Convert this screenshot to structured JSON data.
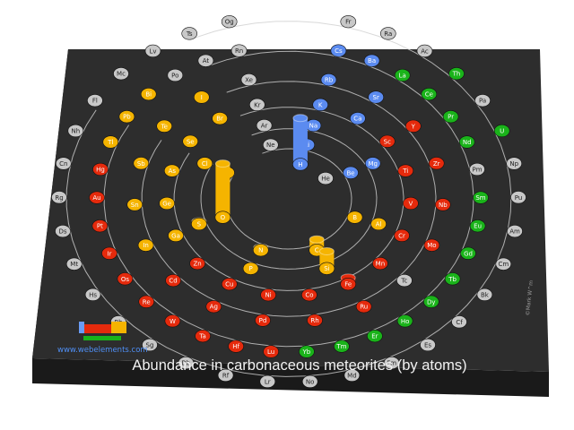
{
  "title": "Abundance in carbonaceous meteorites (by atoms)",
  "website": "www.webelements.com",
  "copyright": "©Mark W^m",
  "colors": {
    "platform_top": "#2d2d2d",
    "platform_side": "#191919",
    "ring": "#cfcfcf",
    "block_s": "#5b8bf0",
    "block_p": "#f5b400",
    "block_d": "#e52a0c",
    "block_f": "#1ab31a",
    "no_data": "#c8c8c8"
  },
  "elements": [
    {
      "symbol": "H",
      "block": "s",
      "colored": true,
      "value": 0.86
    },
    {
      "symbol": "He",
      "block": "s",
      "colored": false,
      "value": 0
    },
    {
      "symbol": "Li",
      "block": "s",
      "colored": true,
      "value": 0
    },
    {
      "symbol": "Be",
      "block": "s",
      "colored": true,
      "value": 0
    },
    {
      "symbol": "B",
      "block": "p",
      "colored": true,
      "value": 0
    },
    {
      "symbol": "C",
      "block": "p",
      "colored": true,
      "value": 0.2
    },
    {
      "symbol": "N",
      "block": "p",
      "colored": true,
      "value": 0.05
    },
    {
      "symbol": "O",
      "block": "p",
      "colored": true,
      "value": 1.0
    },
    {
      "symbol": "F",
      "block": "p",
      "colored": true,
      "value": 0
    },
    {
      "symbol": "Ne",
      "block": "p",
      "colored": false,
      "value": 0
    },
    {
      "symbol": "Na",
      "block": "s",
      "colored": true,
      "value": 0
    },
    {
      "symbol": "Mg",
      "block": "s",
      "colored": true,
      "value": 0.03
    },
    {
      "symbol": "Al",
      "block": "p",
      "colored": true,
      "value": 0
    },
    {
      "symbol": "Si",
      "block": "p",
      "colored": true,
      "value": 0.32
    },
    {
      "symbol": "P",
      "block": "p",
      "colored": true,
      "value": 0
    },
    {
      "symbol": "S",
      "block": "p",
      "colored": true,
      "value": 0.05
    },
    {
      "symbol": "Cl",
      "block": "p",
      "colored": true,
      "value": 0
    },
    {
      "symbol": "Ar",
      "block": "p",
      "colored": false,
      "value": 0
    },
    {
      "symbol": "K",
      "block": "s",
      "colored": true,
      "value": 0
    },
    {
      "symbol": "Ca",
      "block": "s",
      "colored": true,
      "value": 0
    },
    {
      "symbol": "Sc",
      "block": "d",
      "colored": true,
      "value": 0
    },
    {
      "symbol": "Ti",
      "block": "d",
      "colored": true,
      "value": 0
    },
    {
      "symbol": "V",
      "block": "d",
      "colored": true,
      "value": 0
    },
    {
      "symbol": "Cr",
      "block": "d",
      "colored": true,
      "value": 0
    },
    {
      "symbol": "Mn",
      "block": "d",
      "colored": true,
      "value": 0
    },
    {
      "symbol": "Fe",
      "block": "d",
      "colored": true,
      "value": 0.12
    },
    {
      "symbol": "Co",
      "block": "d",
      "colored": true,
      "value": 0
    },
    {
      "symbol": "Ni",
      "block": "d",
      "colored": true,
      "value": 0
    },
    {
      "symbol": "Cu",
      "block": "d",
      "colored": true,
      "value": 0
    },
    {
      "symbol": "Zn",
      "block": "d",
      "colored": true,
      "value": 0
    },
    {
      "symbol": "Ga",
      "block": "p",
      "colored": true,
      "value": 0
    },
    {
      "symbol": "Ge",
      "block": "p",
      "colored": true,
      "value": 0
    },
    {
      "symbol": "As",
      "block": "p",
      "colored": true,
      "value": 0
    },
    {
      "symbol": "Se",
      "block": "p",
      "colored": true,
      "value": 0
    },
    {
      "symbol": "Br",
      "block": "p",
      "colored": true,
      "value": 0
    },
    {
      "symbol": "Kr",
      "block": "p",
      "colored": false,
      "value": 0
    },
    {
      "symbol": "Rb",
      "block": "s",
      "colored": true,
      "value": 0
    },
    {
      "symbol": "Sr",
      "block": "s",
      "colored": true,
      "value": 0
    },
    {
      "symbol": "Y",
      "block": "d",
      "colored": true,
      "value": 0
    },
    {
      "symbol": "Zr",
      "block": "d",
      "colored": true,
      "value": 0
    },
    {
      "symbol": "Nb",
      "block": "d",
      "colored": true,
      "value": 0
    },
    {
      "symbol": "Mo",
      "block": "d",
      "colored": true,
      "value": 0
    },
    {
      "symbol": "Tc",
      "block": "d",
      "colored": false,
      "value": 0
    },
    {
      "symbol": "Ru",
      "block": "d",
      "colored": true,
      "value": 0
    },
    {
      "symbol": "Rh",
      "block": "d",
      "colored": true,
      "value": 0
    },
    {
      "symbol": "Pd",
      "block": "d",
      "colored": true,
      "value": 0
    },
    {
      "symbol": "Ag",
      "block": "d",
      "colored": true,
      "value": 0
    },
    {
      "symbol": "Cd",
      "block": "d",
      "colored": true,
      "value": 0
    },
    {
      "symbol": "In",
      "block": "p",
      "colored": true,
      "value": 0
    },
    {
      "symbol": "Sn",
      "block": "p",
      "colored": true,
      "value": 0
    },
    {
      "symbol": "Sb",
      "block": "p",
      "colored": true,
      "value": 0
    },
    {
      "symbol": "Te",
      "block": "p",
      "colored": true,
      "value": 0
    },
    {
      "symbol": "I",
      "block": "p",
      "colored": true,
      "value": 0
    },
    {
      "symbol": "Xe",
      "block": "p",
      "colored": false,
      "value": 0
    },
    {
      "symbol": "Cs",
      "block": "s",
      "colored": true,
      "value": 0
    },
    {
      "symbol": "Ba",
      "block": "s",
      "colored": true,
      "value": 0
    },
    {
      "symbol": "La",
      "block": "f",
      "colored": true,
      "value": 0
    },
    {
      "symbol": "Ce",
      "block": "f",
      "colored": true,
      "value": 0
    },
    {
      "symbol": "Pr",
      "block": "f",
      "colored": true,
      "value": 0
    },
    {
      "symbol": "Nd",
      "block": "f",
      "colored": true,
      "value": 0
    },
    {
      "symbol": "Pm",
      "block": "f",
      "colored": false,
      "value": 0
    },
    {
      "symbol": "Sm",
      "block": "f",
      "colored": true,
      "value": 0
    },
    {
      "symbol": "Eu",
      "block": "f",
      "colored": true,
      "value": 0
    },
    {
      "symbol": "Gd",
      "block": "f",
      "colored": true,
      "value": 0
    },
    {
      "symbol": "Tb",
      "block": "f",
      "colored": true,
      "value": 0
    },
    {
      "symbol": "Dy",
      "block": "f",
      "colored": true,
      "value": 0
    },
    {
      "symbol": "Ho",
      "block": "f",
      "colored": true,
      "value": 0
    },
    {
      "symbol": "Er",
      "block": "f",
      "colored": true,
      "value": 0
    },
    {
      "symbol": "Tm",
      "block": "f",
      "colored": true,
      "value": 0
    },
    {
      "symbol": "Yb",
      "block": "f",
      "colored": true,
      "value": 0
    },
    {
      "symbol": "Lu",
      "block": "d",
      "colored": true,
      "value": 0
    },
    {
      "symbol": "Hf",
      "block": "d",
      "colored": true,
      "value": 0
    },
    {
      "symbol": "Ta",
      "block": "d",
      "colored": true,
      "value": 0
    },
    {
      "symbol": "W",
      "block": "d",
      "colored": true,
      "value": 0
    },
    {
      "symbol": "Re",
      "block": "d",
      "colored": true,
      "value": 0
    },
    {
      "symbol": "Os",
      "block": "d",
      "colored": true,
      "value": 0
    },
    {
      "symbol": "Ir",
      "block": "d",
      "colored": true,
      "value": 0
    },
    {
      "symbol": "Pt",
      "block": "d",
      "colored": true,
      "value": 0
    },
    {
      "symbol": "Au",
      "block": "d",
      "colored": true,
      "value": 0
    },
    {
      "symbol": "Hg",
      "block": "d",
      "colored": true,
      "value": 0
    },
    {
      "symbol": "Tl",
      "block": "p",
      "colored": true,
      "value": 0
    },
    {
      "symbol": "Pb",
      "block": "p",
      "colored": true,
      "value": 0
    },
    {
      "symbol": "Bi",
      "block": "p",
      "colored": true,
      "value": 0
    },
    {
      "symbol": "Po",
      "block": "p",
      "colored": false,
      "value": 0
    },
    {
      "symbol": "At",
      "block": "p",
      "colored": false,
      "value": 0
    },
    {
      "symbol": "Rn",
      "block": "p",
      "colored": false,
      "value": 0
    },
    {
      "symbol": "Fr",
      "block": "s",
      "colored": false,
      "value": 0
    },
    {
      "symbol": "Ra",
      "block": "s",
      "colored": false,
      "value": 0
    },
    {
      "symbol": "Ac",
      "block": "f",
      "colored": false,
      "value": 0
    },
    {
      "symbol": "Th",
      "block": "f",
      "colored": true,
      "value": 0
    },
    {
      "symbol": "Pa",
      "block": "f",
      "colored": false,
      "value": 0
    },
    {
      "symbol": "U",
      "block": "f",
      "colored": true,
      "value": 0
    },
    {
      "symbol": "Np",
      "block": "f",
      "colored": false,
      "value": 0
    },
    {
      "symbol": "Pu",
      "block": "f",
      "colored": false,
      "value": 0
    },
    {
      "symbol": "Am",
      "block": "f",
      "colored": false,
      "value": 0
    },
    {
      "symbol": "Cm",
      "block": "f",
      "colored": false,
      "value": 0
    },
    {
      "symbol": "Bk",
      "block": "f",
      "colored": false,
      "value": 0
    },
    {
      "symbol": "Cf",
      "block": "f",
      "colored": false,
      "value": 0
    },
    {
      "symbol": "Es",
      "block": "f",
      "colored": false,
      "value": 0
    },
    {
      "symbol": "Fm",
      "block": "f",
      "colored": false,
      "value": 0
    },
    {
      "symbol": "Md",
      "block": "f",
      "colored": false,
      "value": 0
    },
    {
      "symbol": "No",
      "block": "f",
      "colored": false,
      "value": 0
    },
    {
      "symbol": "Lr",
      "block": "d",
      "colored": false,
      "value": 0
    },
    {
      "symbol": "Rf",
      "block": "d",
      "colored": false,
      "value": 0
    },
    {
      "symbol": "Db",
      "block": "d",
      "colored": false,
      "value": 0
    },
    {
      "symbol": "Sg",
      "block": "d",
      "colored": false,
      "value": 0
    },
    {
      "symbol": "Bh",
      "block": "d",
      "colored": false,
      "value": 0
    },
    {
      "symbol": "Hs",
      "block": "d",
      "colored": false,
      "value": 0
    },
    {
      "symbol": "Mt",
      "block": "d",
      "colored": false,
      "value": 0
    },
    {
      "symbol": "Ds",
      "block": "d",
      "colored": false,
      "value": 0
    },
    {
      "symbol": "Rg",
      "block": "d",
      "colored": false,
      "value": 0
    },
    {
      "symbol": "Cn",
      "block": "d",
      "colored": false,
      "value": 0
    },
    {
      "symbol": "Nh",
      "block": "p",
      "colored": false,
      "value": 0
    },
    {
      "symbol": "Fl",
      "block": "p",
      "colored": false,
      "value": 0
    },
    {
      "symbol": "Mc",
      "block": "p",
      "colored": false,
      "value": 0
    },
    {
      "symbol": "Lv",
      "block": "p",
      "colored": false,
      "value": 0
    },
    {
      "symbol": "Ts",
      "block": "p",
      "colored": false,
      "value": 0
    },
    {
      "symbol": "Og",
      "block": "p",
      "colored": false,
      "value": 0
    }
  ]
}
